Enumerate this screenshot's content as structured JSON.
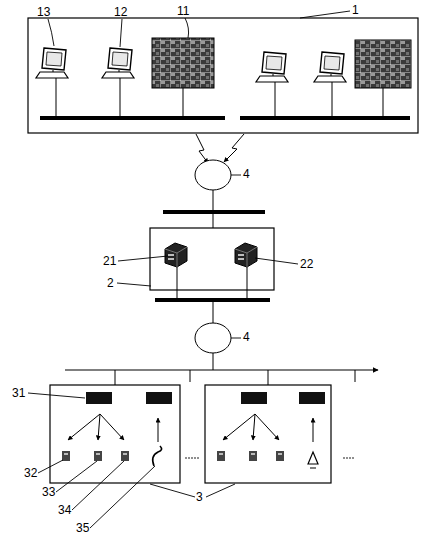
{
  "diagram": {
    "labels": [
      "1",
      "13",
      "12",
      "11",
      "4",
      "21",
      "22",
      "2",
      "4",
      "31",
      "32",
      "33",
      "34",
      "35",
      "3"
    ]
  }
}
